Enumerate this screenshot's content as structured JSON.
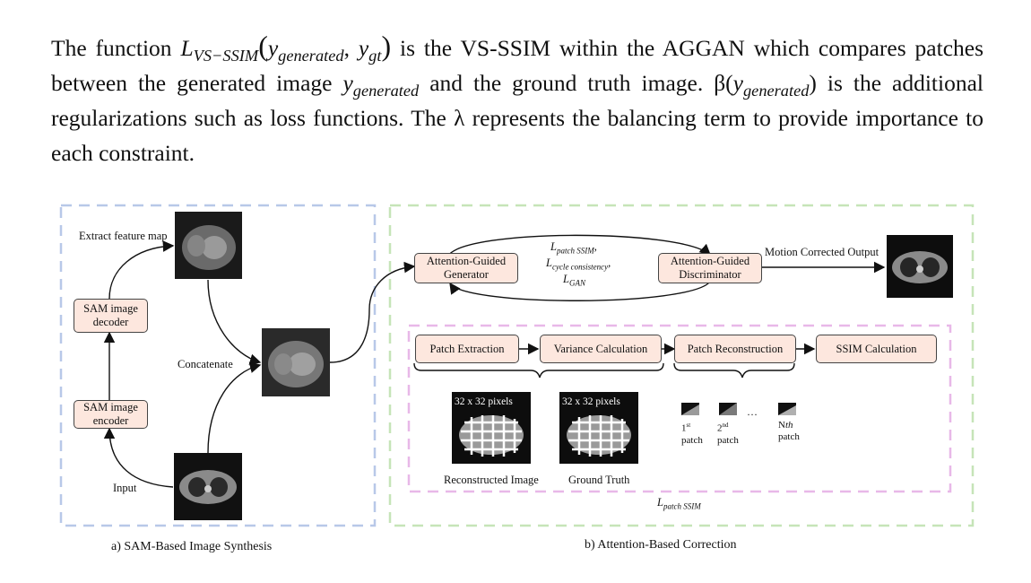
{
  "paragraph": {
    "t1": "The function ",
    "f1_main": "L",
    "f1_sub": "VS−SSIM",
    "f1_args_a": "y",
    "f1_args_a_sub": "generated",
    "f1_args_b": "y",
    "f1_args_b_sub": "gt",
    "t2": " is the VS-SSIM within the AGGAN which compares patches between the generated image ",
    "f2": "y",
    "f2_sub": "generated",
    "t3": " and the ground truth image. ",
    "beta": "β(",
    "f3": "y",
    "f3_sub": "generated",
    "t4": ") is the additional regularizations such as loss functions. The λ represents the balancing term to provide importance to each constraint."
  },
  "panel_a": {
    "extract_label": "Extract feature map",
    "decoder_label": "SAM image decoder",
    "encoder_label": "SAM image encoder",
    "concat_label": "Concatenate",
    "input_label": "Input",
    "caption": "a) SAM-Based Image Synthesis",
    "border_color": "#b8c8e8"
  },
  "panel_b": {
    "generator_label": "Attention-Guided Generator",
    "discriminator_label": "Attention-Guided Discriminator",
    "output_label": "Motion Corrected Output",
    "loss1_main": "L",
    "loss1_sub": "patch SSIM",
    "loss2_main": "L",
    "loss2_sub": "cycle consistency",
    "loss3_main": "L",
    "loss3_sub": "GAN",
    "caption": "b) Attention-Based Correction",
    "border_color": "#c6e4b8",
    "inner_border_color": "#e8b8e8",
    "box_fill": "#fde7de"
  },
  "pipeline": {
    "step1": "Patch Extraction",
    "step2": "Variance Calculation",
    "step3": "Patch Reconstruction",
    "step4": "SSIM Calculation",
    "img1_label": "32 x 32 pixels",
    "img2_label": "32 x 32 pixels",
    "img1_caption": "Reconstructed Image",
    "img2_caption": "Ground Truth",
    "patch1_a": "1",
    "patch1_sup": "st",
    "patch1_b": "patch",
    "patch2_a": "2",
    "patch2_sup": "nd",
    "patch2_b": "patch",
    "ellipsis": "···",
    "patchn_a": "N",
    "patchn_th": "th",
    "patchn_b": "patch",
    "loss_main": "L",
    "loss_sub": "patch SSIM"
  }
}
